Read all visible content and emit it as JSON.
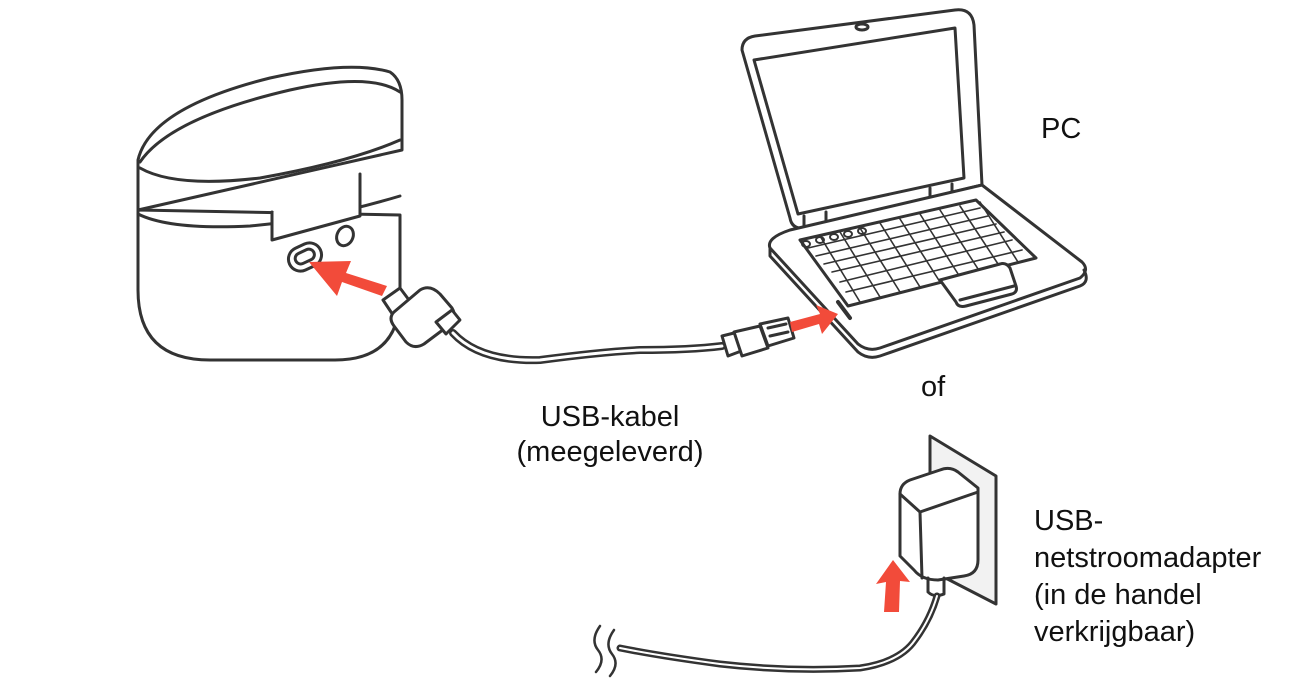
{
  "labels": {
    "pc": "PC",
    "or": "of",
    "cable_line1": "USB-kabel",
    "cable_line2": "(meegeleverd)",
    "adapter_line1": "USB-",
    "adapter_line2": "netstroomadapter",
    "adapter_line3": "(in de handel",
    "adapter_line4": "verkrijgbaar)"
  },
  "colors": {
    "outline": "#333333",
    "arrow": "#f24b3a",
    "fill": "#ffffff",
    "wall_plate": "#f2f2f2"
  }
}
